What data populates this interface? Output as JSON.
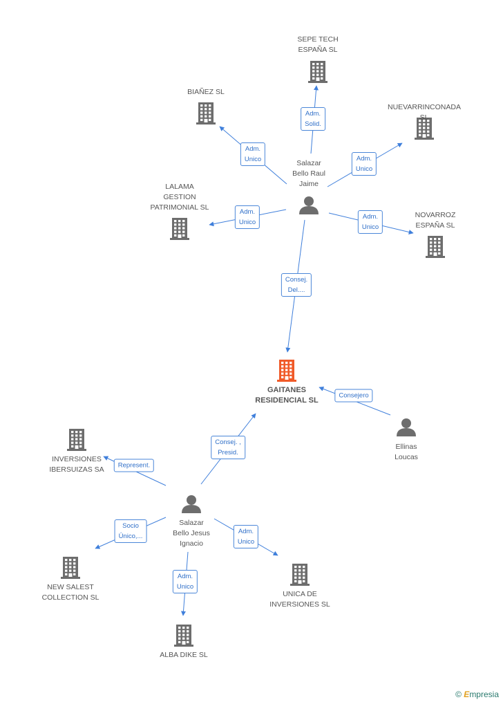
{
  "colors": {
    "edge": "#3f7fdb",
    "company": "#6d6d6d",
    "company_focus": "#f05a28",
    "person": "#6d6d6d"
  },
  "nodes": [
    {
      "id": "sepe",
      "type": "company",
      "label": "SEPE TECH\nESPAÑA  SL"
    },
    {
      "id": "bianez",
      "type": "company",
      "label": "BIAÑEZ SL"
    },
    {
      "id": "nuevar",
      "type": "company",
      "label": "NUEVARRINCONADA SL"
    },
    {
      "id": "lalama",
      "type": "company",
      "label": "LALAMA\nGESTION\nPATRIMONIAL SL"
    },
    {
      "id": "novarroz",
      "type": "company",
      "label": "NOVARROZ\nESPAÑA SL"
    },
    {
      "id": "raul",
      "type": "person",
      "label": "Salazar\nBello Raul\nJaime"
    },
    {
      "id": "gaitanes",
      "type": "company",
      "focus": true,
      "label": "GAITANES\nRESIDENCIAL SL"
    },
    {
      "id": "ellinas",
      "type": "person",
      "label": "Ellinas\nLoucas"
    },
    {
      "id": "ibersuizas",
      "type": "company",
      "label": "INVERSIONES\nIBERSUIZAS SA"
    },
    {
      "id": "jesus",
      "type": "person",
      "label": "Salazar\nBello Jesus\nIgnacio"
    },
    {
      "id": "newsalest",
      "type": "company",
      "label": "NEW SALEST\nCOLLECTION SL"
    },
    {
      "id": "unica",
      "type": "company",
      "label": "UNICA DE\nINVERSIONES SL"
    },
    {
      "id": "albadike",
      "type": "company",
      "label": "ALBA DIKE SL"
    }
  ],
  "edges": [
    {
      "from": "raul",
      "to": "sepe",
      "label": "Adm.\nSolid."
    },
    {
      "from": "raul",
      "to": "bianez",
      "label": "Adm.\nUnico"
    },
    {
      "from": "raul",
      "to": "nuevar",
      "label": "Adm.\nUnico"
    },
    {
      "from": "raul",
      "to": "lalama",
      "label": "Adm.\nUnico"
    },
    {
      "from": "raul",
      "to": "novarroz",
      "label": "Adm.\nUnico"
    },
    {
      "from": "raul",
      "to": "gaitanes",
      "label": "Consej.\nDel...."
    },
    {
      "from": "ellinas",
      "to": "gaitanes",
      "label": "Consejero"
    },
    {
      "from": "jesus",
      "to": "gaitanes",
      "label": "Consej. ,\nPresid."
    },
    {
      "from": "jesus",
      "to": "ibersuizas",
      "label": "Represent."
    },
    {
      "from": "jesus",
      "to": "newsalest",
      "label": "Socio\nÚnico,..."
    },
    {
      "from": "jesus",
      "to": "unica",
      "label": "Adm.\nUnico"
    },
    {
      "from": "jesus",
      "to": "albadike",
      "label": "Adm.\nUnico"
    }
  ],
  "watermark": {
    "copyright": "©",
    "brand_initial": "E",
    "brand_rest": "mpresia"
  }
}
